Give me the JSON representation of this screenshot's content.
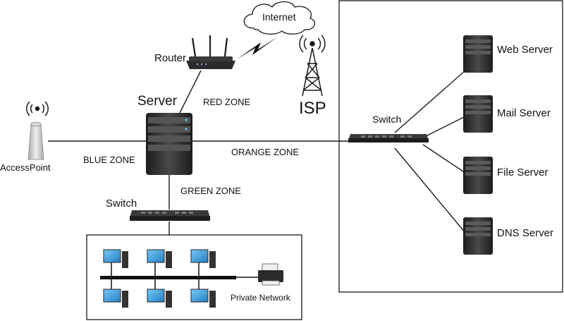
{
  "labels": {
    "internet": "Internet",
    "router": "Router",
    "server": "Server",
    "red_zone": "RED ZONE",
    "isp": "ISP",
    "access_point": "AccessPoint",
    "blue_zone": "BLUE ZONE",
    "orange_zone": "ORANGE ZONE",
    "green_zone": "GREEN ZONE",
    "switch_top": "Switch",
    "switch_left": "Switch",
    "web_server": "Web Server",
    "mail_server": "Mail Server",
    "file_server": "File Server",
    "dns_server": "DNS Server",
    "private_network": "Private Network"
  },
  "colors": {
    "line": "#1a1a1a",
    "device_dark": "#2b2b2b",
    "monitor_blue": "#3aa0e0",
    "access_point": "#c9c9c9"
  },
  "icons": [
    "cloud-icon",
    "router-icon",
    "lightning-icon",
    "isp-tower-icon",
    "server-icon",
    "switch-icon",
    "access-point-icon",
    "computer-icon",
    "printer-icon"
  ]
}
